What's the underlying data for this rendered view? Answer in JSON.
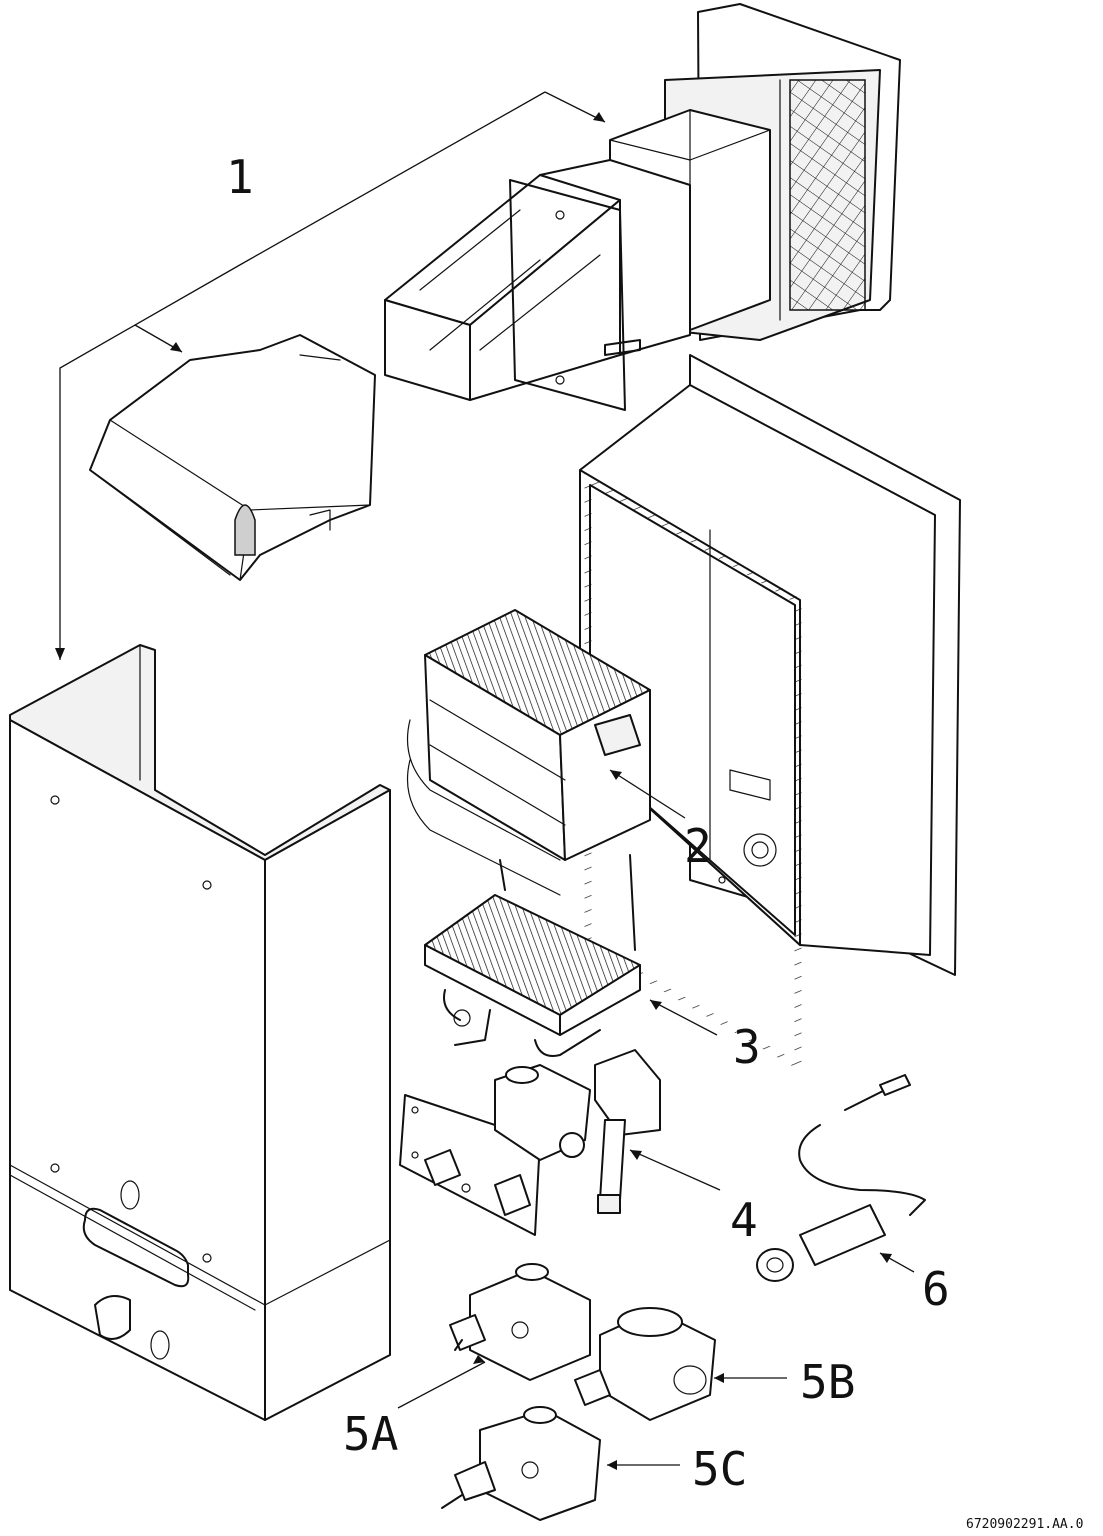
{
  "labels": {
    "l1": "1",
    "l2": "2",
    "l3": "3",
    "l4": "4",
    "l5a": "5A",
    "l5b": "5B",
    "l5c": "5C",
    "l6": "6"
  },
  "drawing_code": "6720902291.AA.0"
}
